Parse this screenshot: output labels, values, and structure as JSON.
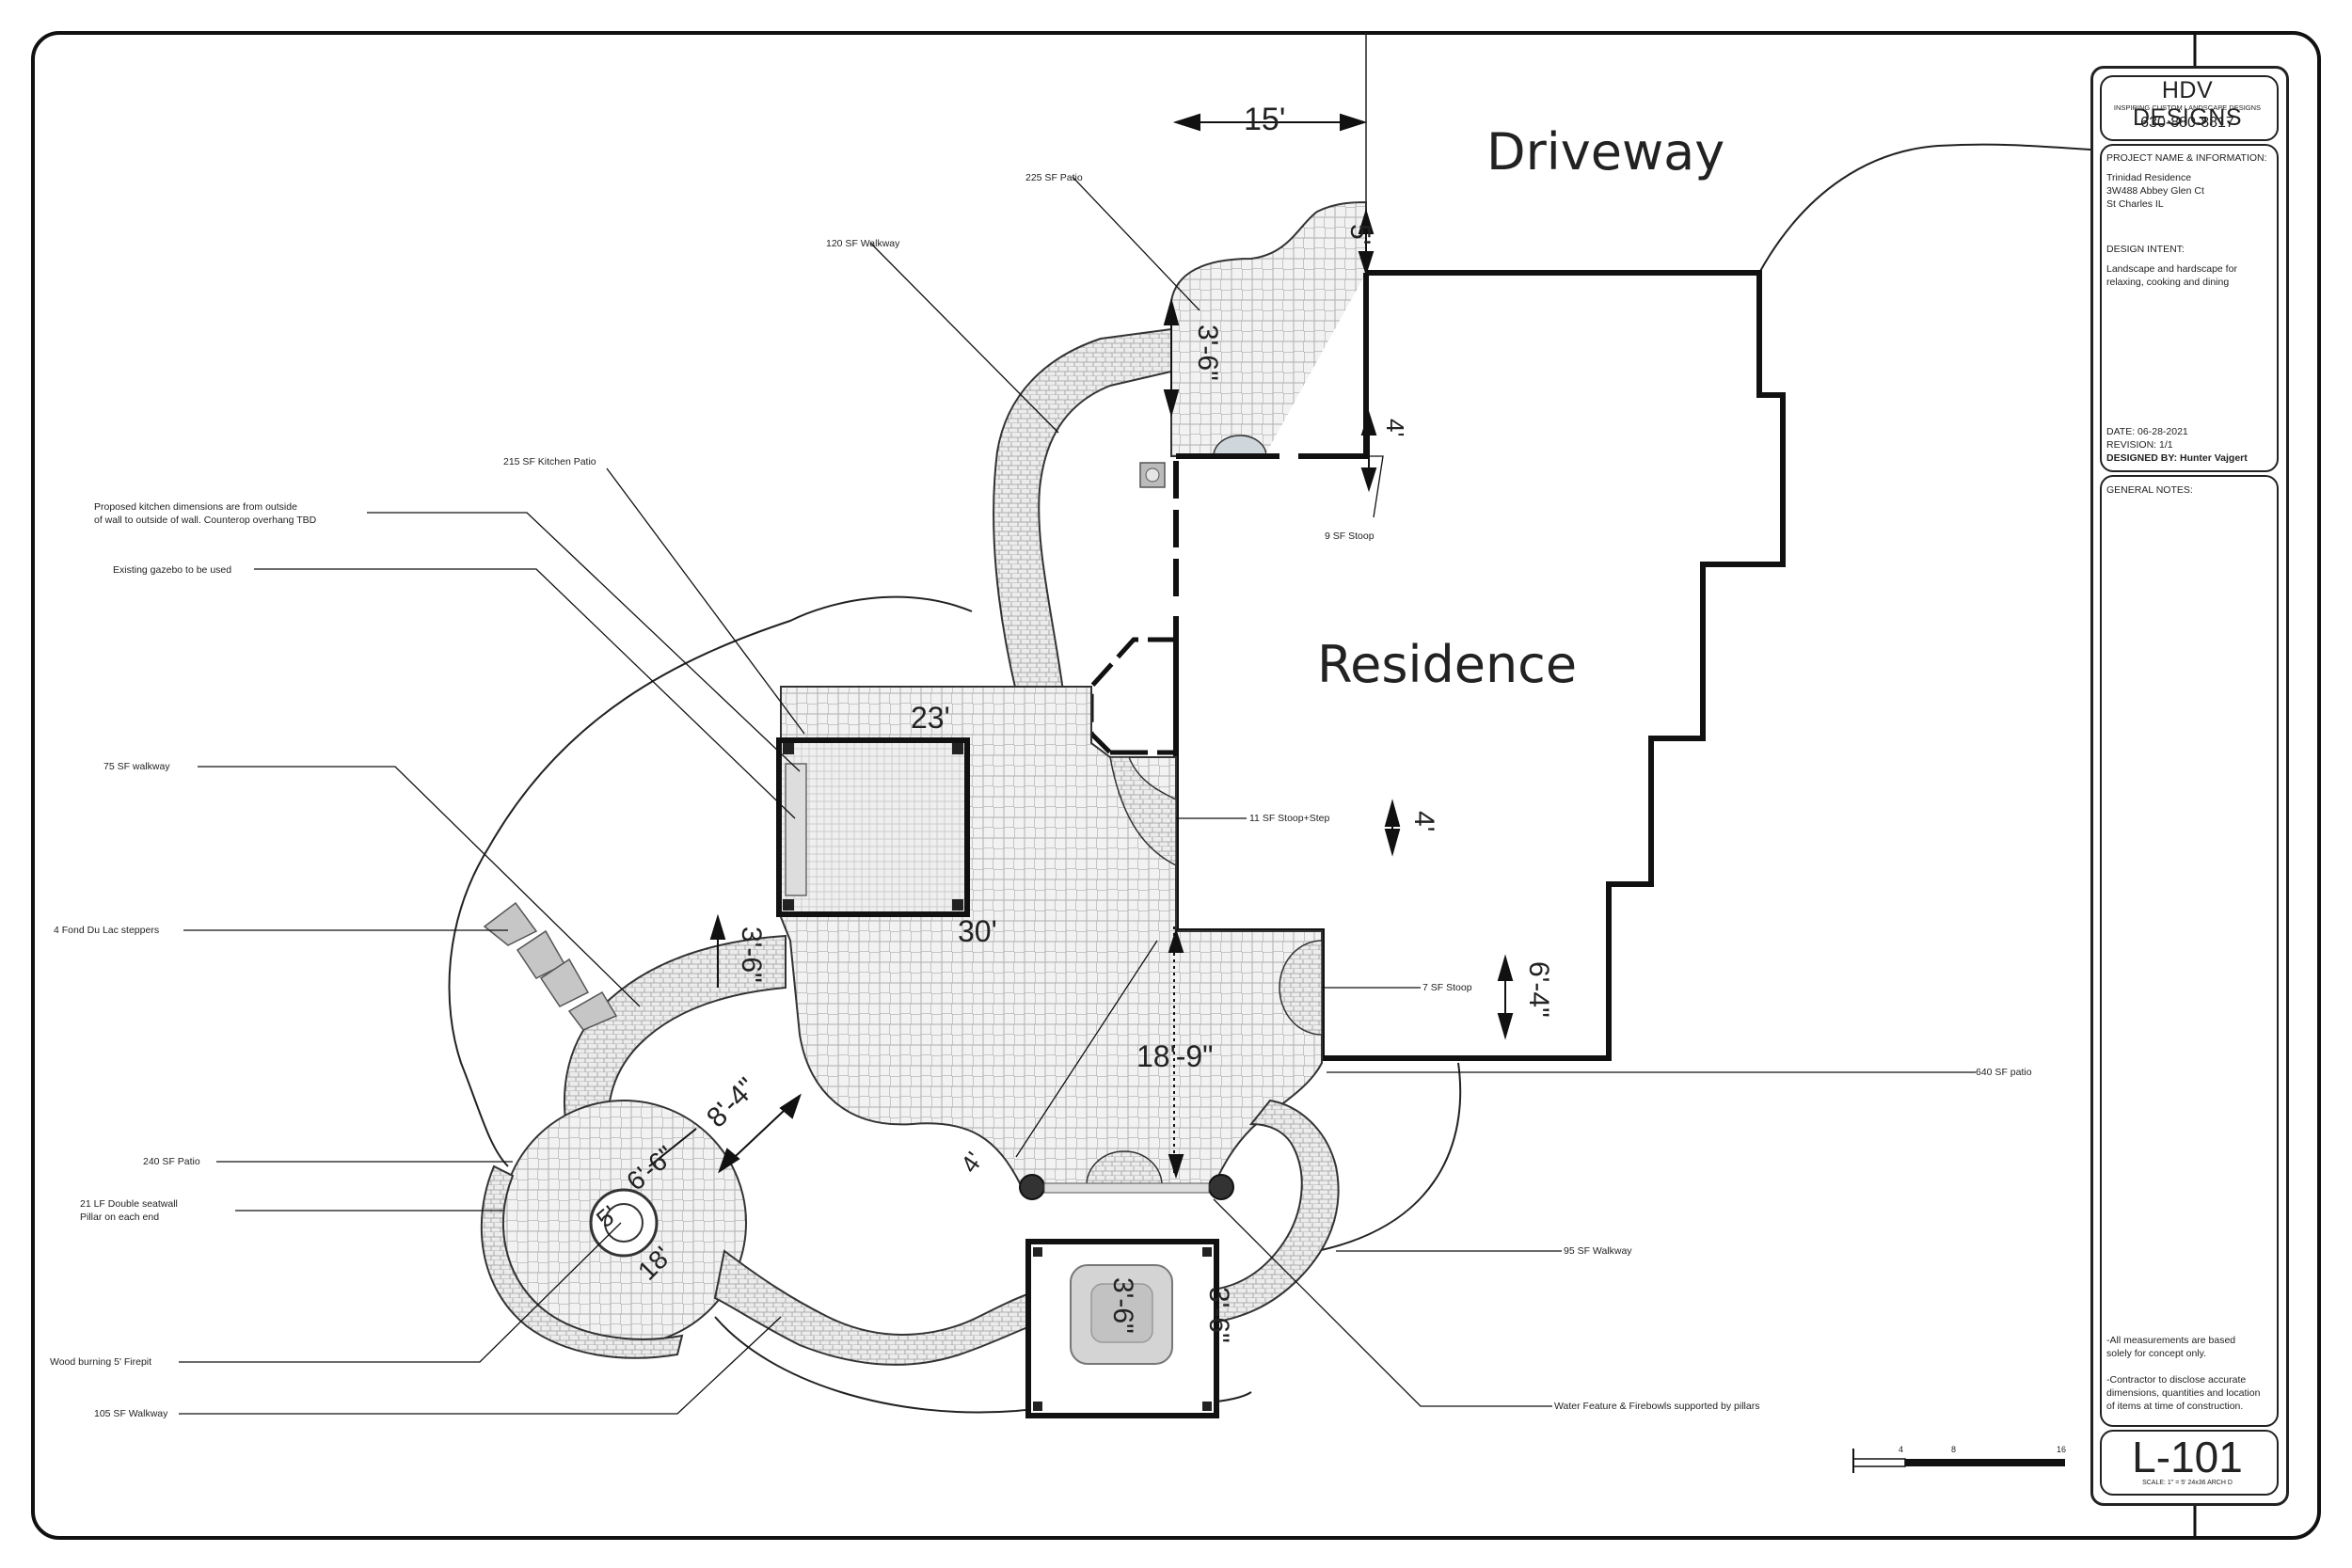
{
  "title_block": {
    "company": "HDV DESIGNS",
    "tagline": "INSPIRING CUSTOM LANDSCAPE DESIGNS",
    "phone": "630-880-8817",
    "project_heading": "PROJECT NAME & INFORMATION:",
    "project_lines": [
      "Trinidad Residence",
      "3W488 Abbey Glen Ct",
      "St Charles IL"
    ],
    "intent_heading": "DESIGN INTENT:",
    "intent_lines": [
      "Landscape and hardscape for",
      "relaxing, cooking and dining"
    ],
    "date": "DATE: 06-28-2021",
    "revision": "REVISION: 1/1",
    "designer": "DESIGNED BY: Hunter Vajgert",
    "notes_heading": "GENERAL NOTES:",
    "notes_1": [
      "-All measurements are based",
      "solely for concept only."
    ],
    "notes_2": [
      "-Contractor to disclose accurate",
      "dimensions, quantities and location",
      "of items at time of construction."
    ],
    "sheet_number": "L-101",
    "scale_note": "SCALE: 1\" = 5'   24x36 ARCH D"
  },
  "scale_bar": {
    "ticks": [
      "4",
      "8",
      "16"
    ]
  },
  "areas": {
    "driveway": "Driveway",
    "residence": "Residence"
  },
  "callouts": {
    "patio_225": "225 SF Patio",
    "walkway_120": "120 SF Walkway",
    "kitchen_patio": "215 SF Kitchen Patio",
    "kitchen_note": [
      "Proposed kitchen  dimensions are from outside",
      "of wall to outside of wall. Counterop overhang TBD"
    ],
    "gazebo": "Existing gazebo to be used",
    "walkway_75": "75 SF walkway",
    "steppers": "4 Fond Du Lac steppers",
    "patio_240": "240 SF Patio",
    "seatwall": [
      "21 LF Double seatwall",
      "Pillar on each end"
    ],
    "firepit": "Wood burning 5' Firepit",
    "walkway_105": "105 SF Walkway",
    "stoop_9": "9 SF Stoop",
    "stoop_step_11": "11  SF Stoop+Step",
    "stoop_7": "7 SF Stoop",
    "patio_640": "640 SF patio",
    "walkway_95": "95 SF Walkway",
    "water_feature": "Water Feature & Firebowls supported by pillars"
  },
  "dimensions": {
    "d_15": "15'",
    "d_5": "5'",
    "d_3_6_top": "3'-6\"",
    "d_4_stoop": "4'",
    "d_23": "23'",
    "d_30": "30'",
    "d_4_mid": "4'",
    "d_6_4": "6'-4\"",
    "d_18_9": "18'-9\"",
    "d_3_6_left": "3'-6\"",
    "d_8_4": "8'-4\"",
    "d_6_6": "6'-6\"",
    "d_5_fire": "5'",
    "d_18": "18'",
    "d_4_diag": "4'",
    "d_3_6_wf": "3'-6\"",
    "d_3_6_right": "3'-6\""
  }
}
